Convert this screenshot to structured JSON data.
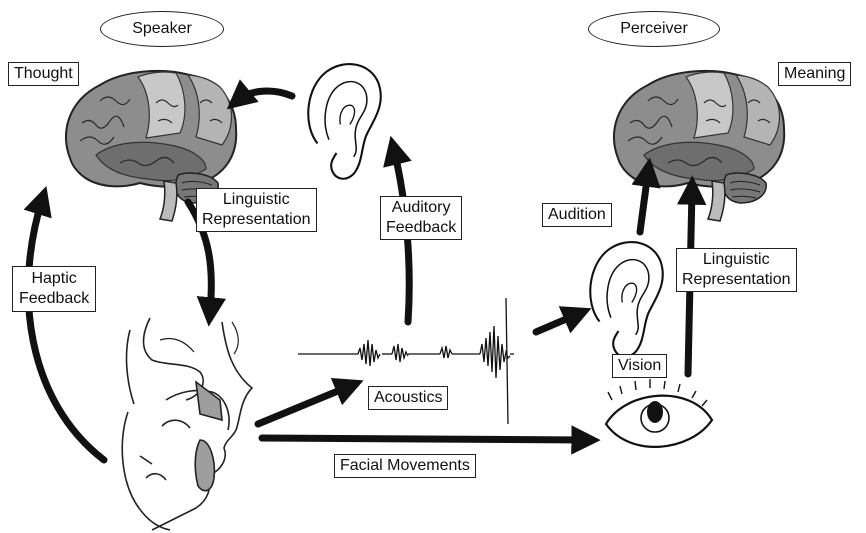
{
  "speaker": {
    "title": "Speaker",
    "thought": "Thought"
  },
  "perceiver": {
    "title": "Perceiver",
    "meaning": "Meaning"
  },
  "labels": {
    "linguistic_representation_speaker": [
      "Linguistic",
      "Representation"
    ],
    "auditory_feedback": [
      "Auditory",
      "Feedback"
    ],
    "haptic_feedback": [
      "Haptic",
      "Feedback"
    ],
    "acoustics": "Acoustics",
    "facial_movements": "Facial Movements",
    "audition": "Audition",
    "vision": "Vision",
    "linguistic_representation_perceiver": [
      "Linguistic",
      "Representation"
    ]
  },
  "icons": [
    "brain-icon",
    "ear-icon",
    "vocal-tract-icon",
    "waveform-icon",
    "eye-icon"
  ]
}
